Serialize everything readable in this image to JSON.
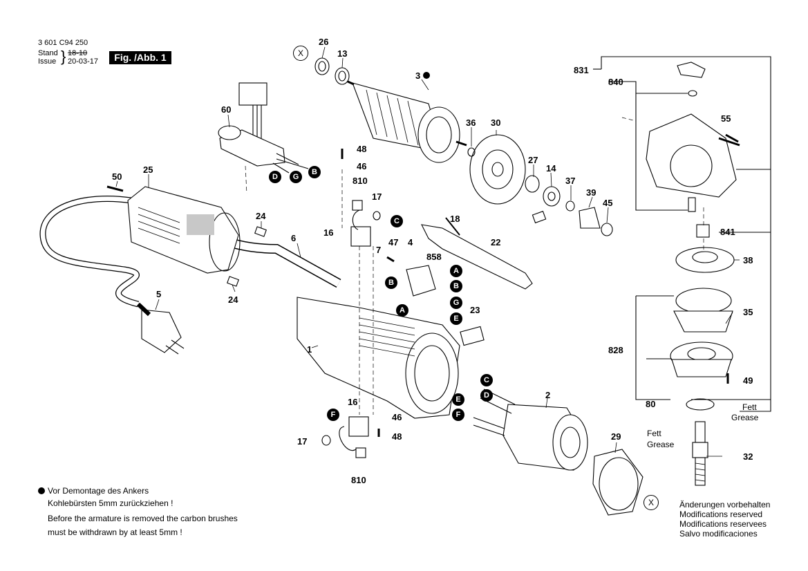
{
  "header": {
    "doc_number": "3 601 C94 250",
    "stand_label": "Stand",
    "stand_value": "18-10",
    "issue_label": "Issue",
    "issue_value": "20-03-17",
    "figure_label": "Fig. /Abb. 1"
  },
  "part_labels": {
    "p26": "26",
    "p13": "13",
    "p3": "3",
    "p36": "36",
    "p30": "30",
    "p27": "27",
    "p14": "14",
    "p37": "37",
    "p39": "39",
    "p45": "45",
    "p60": "60",
    "p48a": "48",
    "p46a": "46",
    "p50": "50",
    "p25": "25",
    "p810a": "810",
    "p17a": "17",
    "p24a": "24",
    "p16a": "16",
    "p18": "18",
    "p6": "6",
    "p7": "7",
    "p47": "47",
    "p4": "4",
    "p22": "22",
    "p858": "858",
    "p24b": "24",
    "p5": "5",
    "p23": "23",
    "p1": "1",
    "p2": "2",
    "p16b": "16",
    "p46b": "46",
    "p48b": "48",
    "p17b": "17",
    "p810b": "810",
    "p29": "29",
    "p831": "831",
    "p840": "840",
    "p55": "55",
    "p841": "841",
    "p38": "38",
    "p35": "35",
    "p828": "828",
    "p49": "49",
    "p80": "80",
    "p32": "32"
  },
  "connectors": {
    "a1": "A",
    "a2": "A",
    "b1": "B",
    "b2": "B",
    "b3": "B",
    "c1": "C",
    "c2": "C",
    "d1": "D",
    "d2": "D",
    "e1": "E",
    "e2": "E",
    "f1": "F",
    "f2": "F",
    "g1": "G",
    "g2": "G"
  },
  "markers": {
    "x_top": "X",
    "x_bottom": "X"
  },
  "grease_notes": {
    "fett_right": "Fett",
    "grease_right": "Grease",
    "fett_left": "Fett",
    "grease_left": "Grease"
  },
  "footer_note": {
    "line1": "Vor Demontage des Ankers",
    "line2": "Kohlebürsten 5mm zurückziehen !",
    "line3": "Before the armature is removed the carbon brushes",
    "line4": "must be withdrawn by at least 5mm !"
  },
  "modifications": {
    "line1": "Änderungen vorbehalten",
    "line2": "Modifications reserved",
    "line3": "Modifications reservees",
    "line4": "Salvo modificaciones"
  },
  "colors": {
    "ink": "#000000",
    "paper": "#ffffff",
    "shade": "#b8b8b8"
  }
}
